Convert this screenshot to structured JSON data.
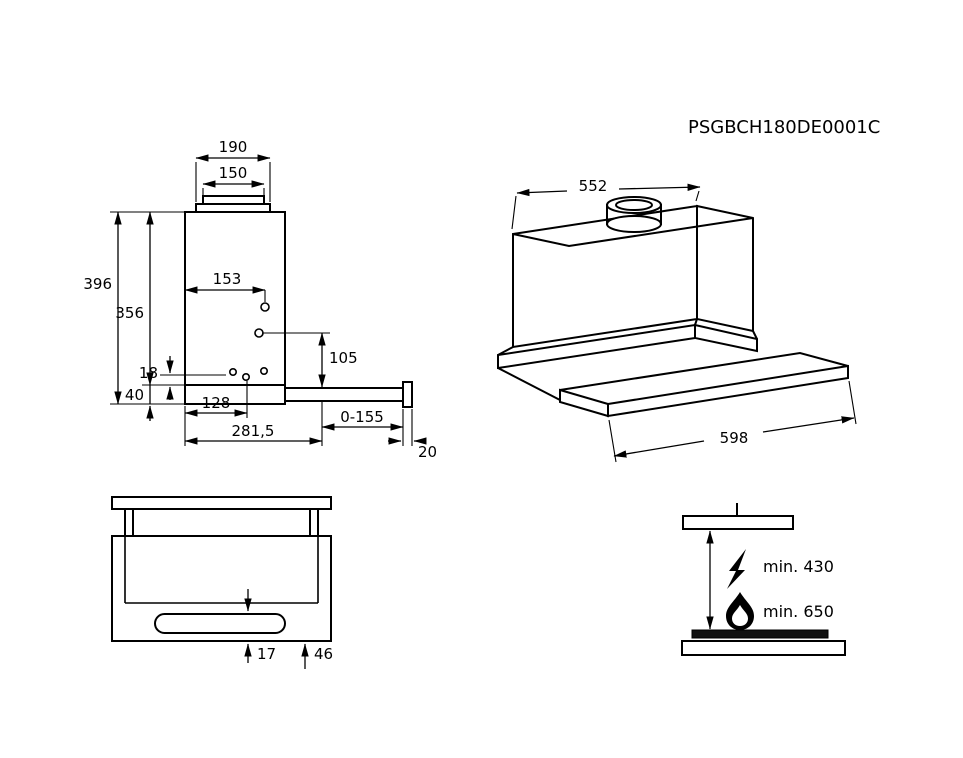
{
  "title": "PSGBCH180DE0001C",
  "side_view": {
    "dims": {
      "top_width": "190",
      "duct_width": "150",
      "total_height": "396",
      "body_height": "356",
      "hole_offset": "18",
      "bottom_height": "40",
      "hole_depth": "153",
      "hole_height": "105",
      "hole_spacing": "128",
      "body_depth": "281,5",
      "telescopic_range": "0-155",
      "front_thickness": "20"
    }
  },
  "perspective_view": {
    "dims": {
      "width": "552",
      "visor_width": "598"
    }
  },
  "front_view": {
    "dims": {
      "slot_offset": "17",
      "visor_height": "46"
    }
  },
  "clearance_view": {
    "electric_label": "min. 430",
    "gas_label": "min. 650",
    "icons": {
      "electric": "lightning-bolt",
      "gas": "flame"
    }
  }
}
